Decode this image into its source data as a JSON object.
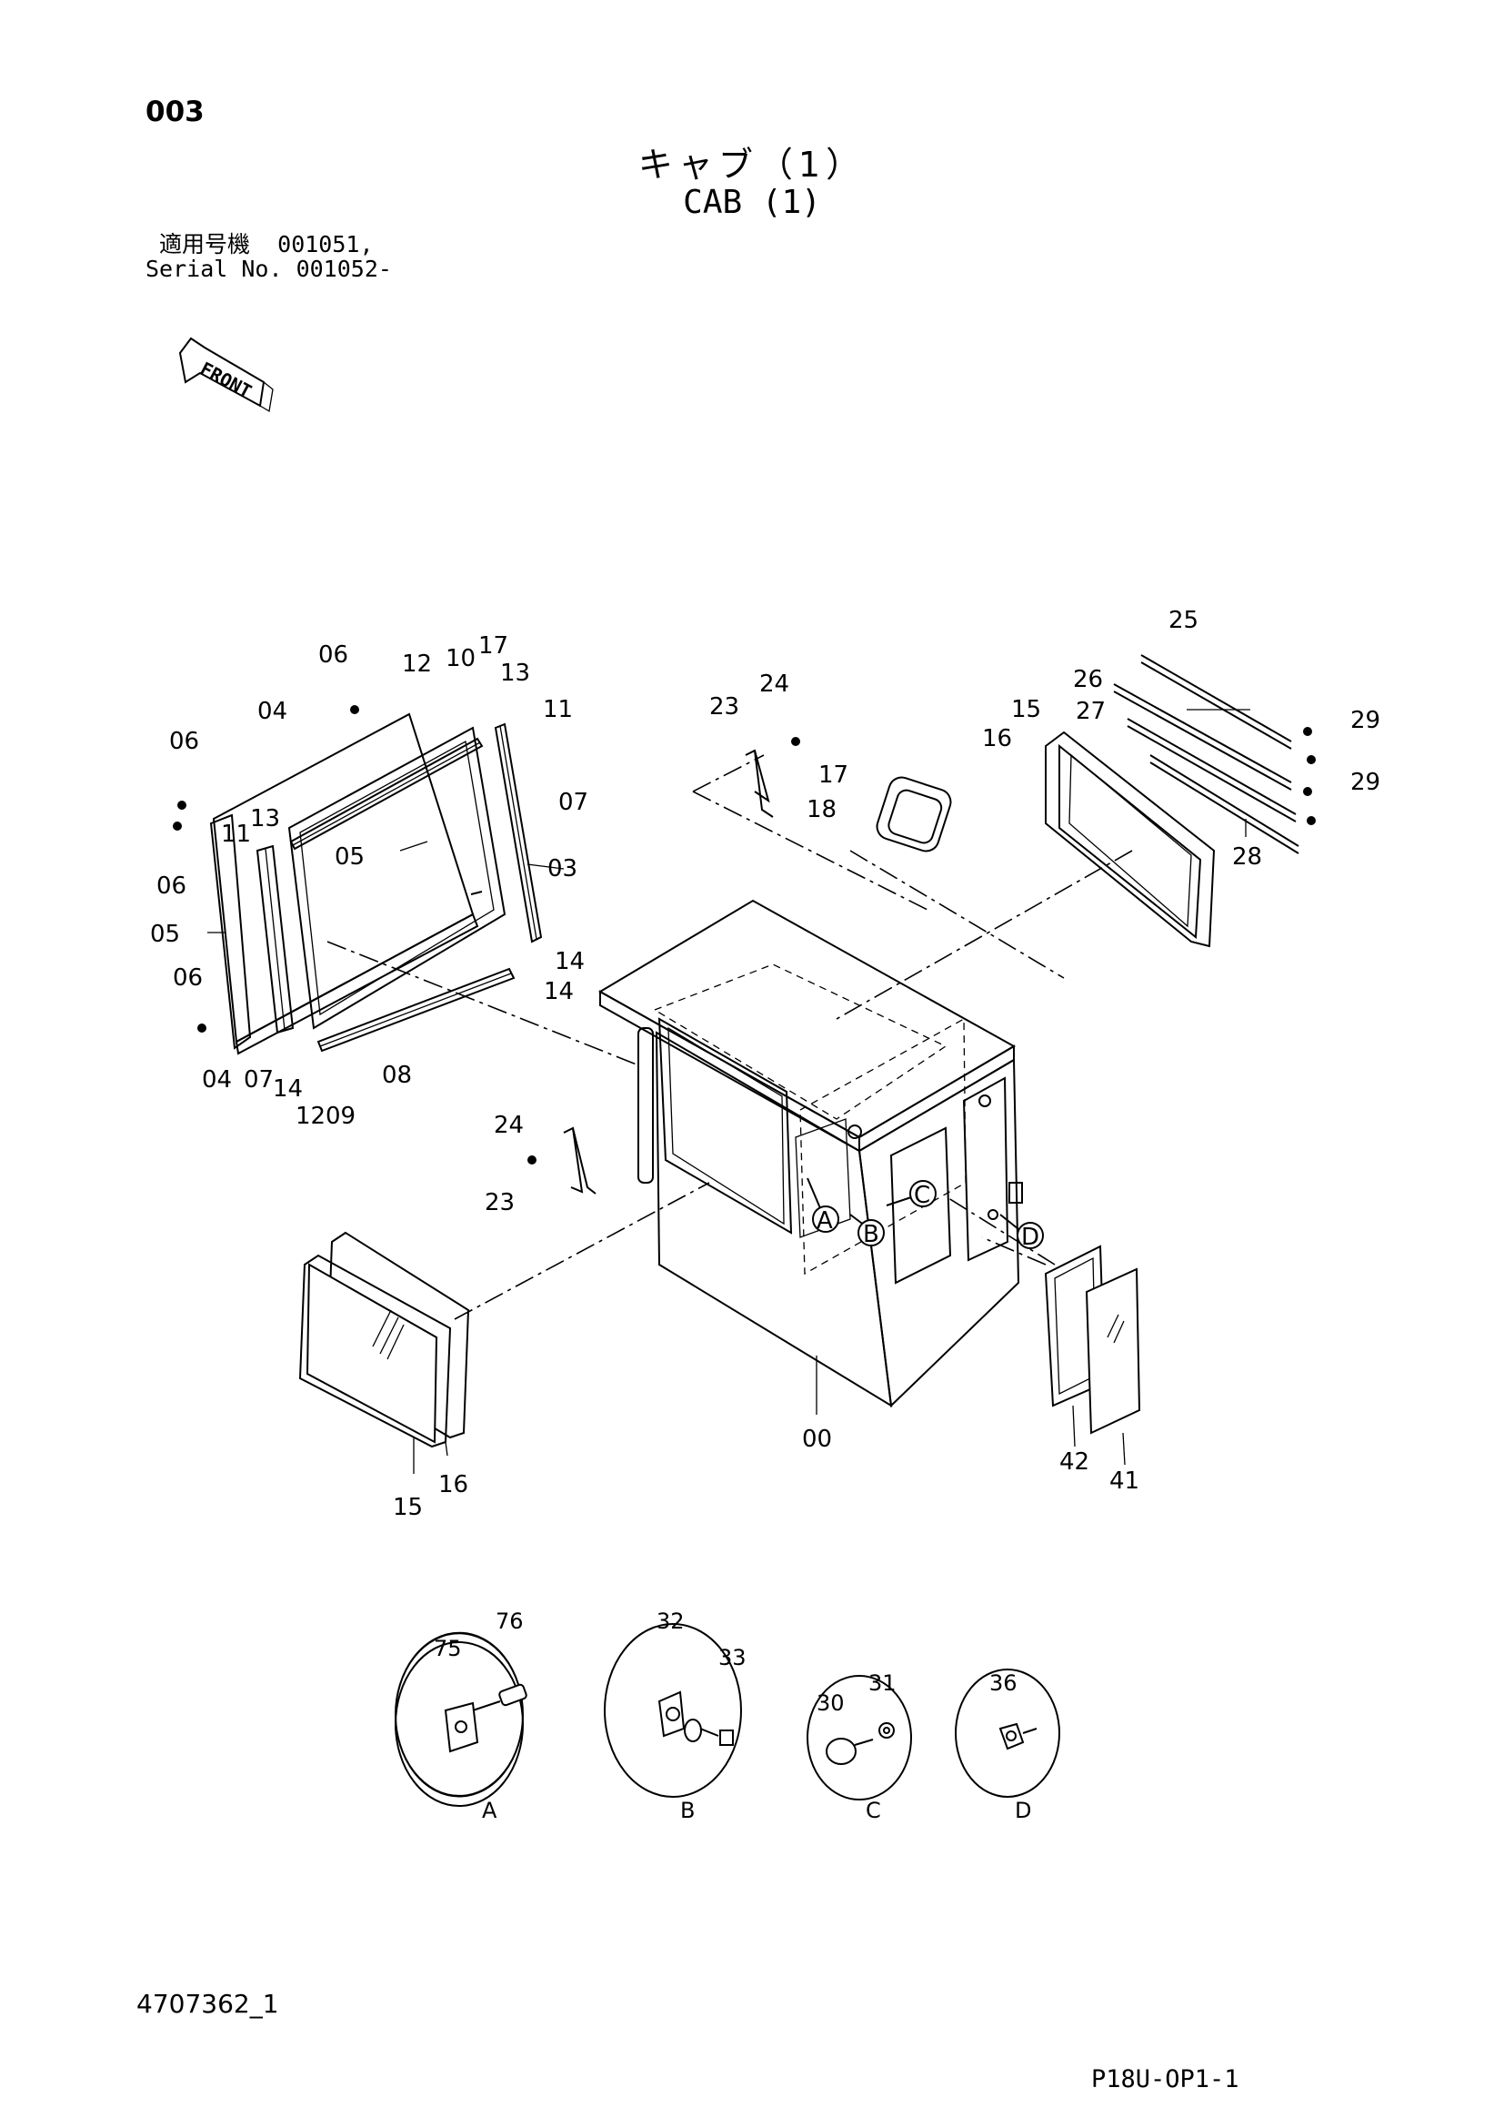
{
  "header": {
    "page_code": "003",
    "title_jp": "キャブ（1）",
    "title_en": "CAB (1)",
    "serial_line1": " 適用号機  001051,",
    "serial_line2": "Serial No. 001052-"
  },
  "front_label": "FRONT",
  "callouts": {
    "c00": "00",
    "c03": "03",
    "c04a": "04",
    "c04b": "04",
    "c05a": "05",
    "c05b": "05",
    "c06a": "06",
    "c06b": "06",
    "c06c": "06",
    "c06d": "06",
    "c07a": "07",
    "c07b": "07",
    "c08": "08",
    "c09": "09",
    "c10": "10",
    "c11a": "11",
    "c11b": "11",
    "c12a": "12",
    "c12b": "12",
    "c13a": "13",
    "c13b": "13",
    "c14a": "14",
    "c14b": "14",
    "c14c": "14",
    "c15a": "15",
    "c15b": "15",
    "c16a": "16",
    "c16b": "16",
    "c17a": "17",
    "c17b": "17",
    "c18": "18",
    "c23a": "23",
    "c23b": "23",
    "c24a": "24",
    "c24b": "24",
    "c25": "25",
    "c26": "26",
    "c27": "27",
    "c28": "28",
    "c29a": "29",
    "c29b": "29",
    "c41": "41",
    "c42": "42"
  },
  "detail_markers": {
    "A": "A",
    "B": "B",
    "C": "C",
    "D": "D"
  },
  "details": [
    {
      "letter": "A",
      "parts": [
        "75",
        "76"
      ]
    },
    {
      "letter": "B",
      "parts": [
        "32",
        "33"
      ]
    },
    {
      "letter": "C",
      "parts": [
        "30",
        "31"
      ]
    },
    {
      "letter": "D",
      "parts": [
        "36"
      ]
    }
  ],
  "footer": {
    "doc_id": "4707362_1",
    "page_ref": "P18U-OP1-1"
  }
}
